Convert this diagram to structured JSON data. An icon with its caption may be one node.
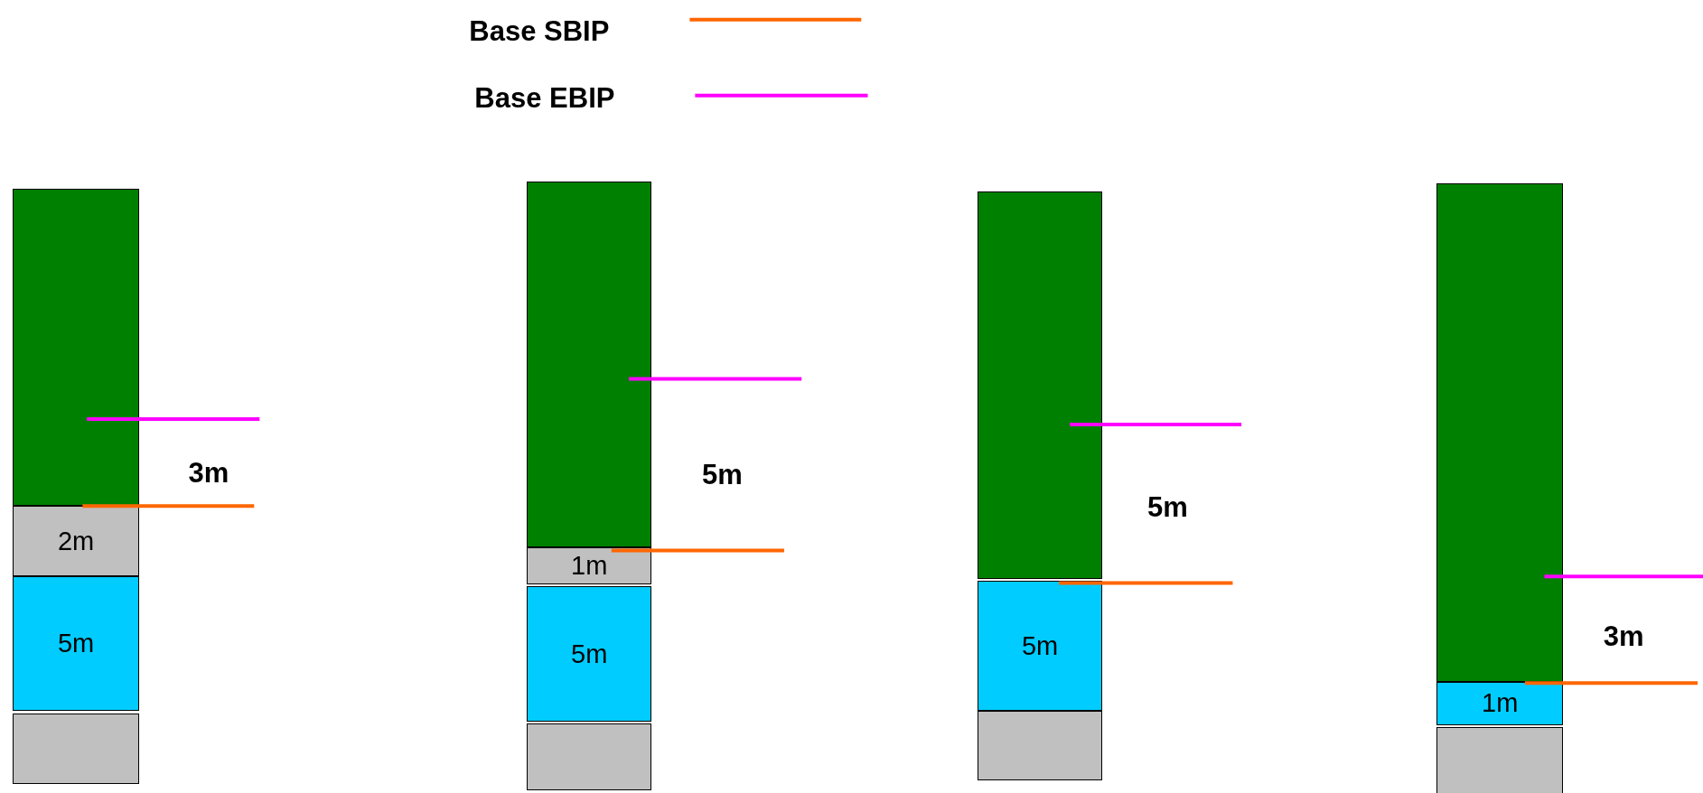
{
  "diagram": {
    "nodes": [
      {
        "text": [],
        "shape": "box"
      },
      {
        "text": [
          "2m"
        ]
      },
      {
        "text": [
          "5m"
        ]
      },
      {
        "text": [],
        "shape": "box"
      },
      {
        "text": [],
        "shape": "box"
      },
      {
        "text": [
          "1m"
        ]
      },
      {
        "text": [
          "5m"
        ]
      },
      {
        "text": [],
        "shape": "box"
      },
      {
        "text": [],
        "shape": "box"
      },
      {
        "text": [
          "5m"
        ]
      },
      {
        "text": [],
        "shape": "box"
      },
      {
        "text": [],
        "shape": "box"
      },
      {
        "text": [
          "1m"
        ]
      },
      {
        "text": [],
        "shape": "box"
      }
    ],
    "edges": [],
    "labels": [
      "3m",
      "5m",
      "5m",
      "3m"
    ],
    "legend": [
      {
        "text": "Base SBIP"
      },
      {
        "text": "Base EBIP"
      }
    ]
  }
}
